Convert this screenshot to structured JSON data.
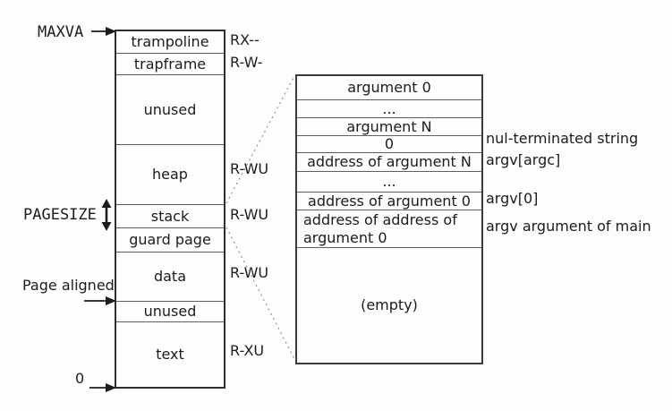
{
  "diagram": {
    "memory_map": {
      "maxva_label": "MAXVA",
      "pagesize_label": "PAGESIZE",
      "page_aligned_label": "Page aligned",
      "zero_label": "0",
      "segments": [
        {
          "name": "trampoline",
          "perm": "RX--"
        },
        {
          "name": "trapframe",
          "perm": "R-W-"
        },
        {
          "name": "unused",
          "perm": ""
        },
        {
          "name": "heap",
          "perm": "R-WU"
        },
        {
          "name": "stack",
          "perm": "R-WU"
        },
        {
          "name": "guard page",
          "perm": ""
        },
        {
          "name": "data",
          "perm": "R-WU"
        },
        {
          "name": "unused",
          "perm": ""
        },
        {
          "name": "text",
          "perm": "R-XU"
        }
      ]
    },
    "stack_detail": {
      "rows": [
        "argument 0",
        "...",
        "argument N",
        "0",
        "address of argument N",
        "...",
        "address of argument 0",
        "address of address of argument 0",
        "(empty)"
      ],
      "annotations": [
        "nul-terminated string",
        "argv[argc]",
        "argv[0]",
        "argv argument of main"
      ]
    },
    "colors": {
      "line_dark": "#2e2e2e",
      "line_inner": "#606060",
      "dashed": "#909090",
      "text": "#1c1c1c",
      "background": "#fdfdfd"
    }
  }
}
